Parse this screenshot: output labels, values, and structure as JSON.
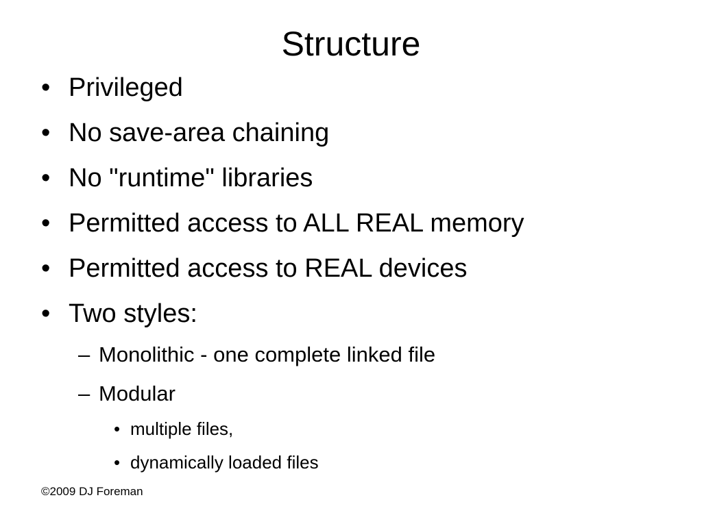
{
  "slide": {
    "title": "Structure",
    "bullets": {
      "b0": "Privileged",
      "b1": "No save-area chaining",
      "b2": "No \"runtime\" libraries",
      "b3": "Permitted access to ALL REAL memory",
      "b4": "Permitted access to REAL devices",
      "b5": "Two styles:"
    },
    "sub_bullets": {
      "s0": "Monolithic - one complete linked file",
      "s1": "Modular"
    },
    "sub_sub_bullets": {
      "t0": "multiple files,",
      "t1": "dynamically loaded files"
    },
    "markers": {
      "bullet": "•",
      "dash": "–"
    },
    "footer": "©2009 DJ Foreman"
  }
}
